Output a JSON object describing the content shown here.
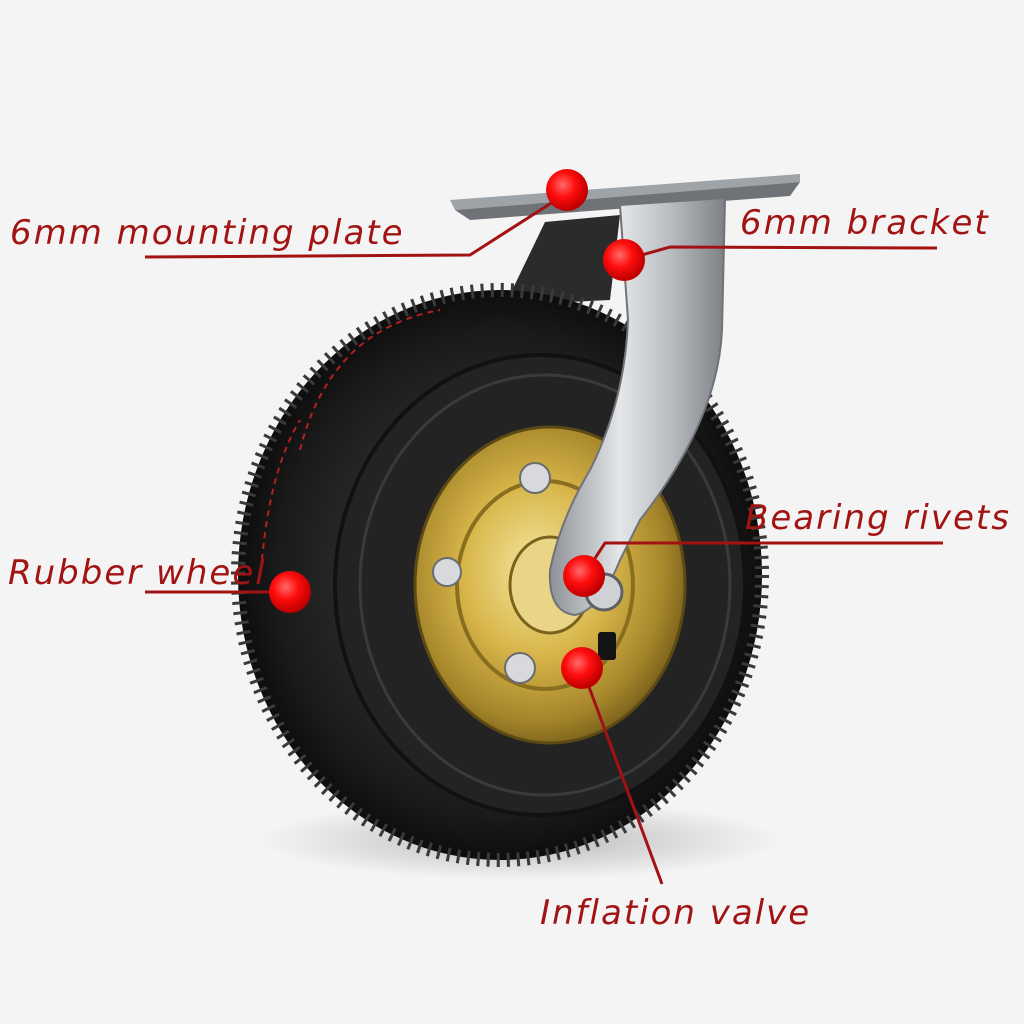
{
  "colors": {
    "label": "#a21414",
    "leader": "#a31212",
    "marker": "#ff0d0d",
    "tire": "#1b1b1b",
    "hub": "#c9a93a",
    "steel": "#b9bdc2"
  },
  "callouts": [
    {
      "id": "mounting-plate",
      "text": "6mm mounting plate"
    },
    {
      "id": "bracket",
      "text": "6mm bracket"
    },
    {
      "id": "bearing-rivets",
      "text": "Bearing rivets"
    },
    {
      "id": "rubber-wheel",
      "text": "Rubber wheel"
    },
    {
      "id": "inflation-valve",
      "text": "Inflation valve"
    }
  ]
}
